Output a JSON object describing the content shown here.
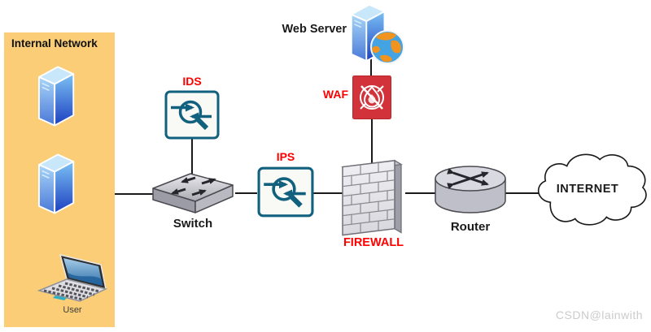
{
  "panel": {
    "title": "Internal Network",
    "user_label": "User"
  },
  "nodes": {
    "ids_label": "IDS",
    "ips_label": "IPS",
    "waf_label": "WAF",
    "firewall_label": "FIREWALL",
    "switch_label": "Switch",
    "router_label": "Router",
    "web_server_label": "Web Server",
    "internet_label": "INTERNET"
  },
  "watermark": "CSDN@lainwith",
  "colors": {
    "panel_bg": "#facd76",
    "label_red": "#ff0000",
    "sensor_teal": "#11607e",
    "waf_red": "#d2333b",
    "line_black": "#1a1a1a"
  }
}
